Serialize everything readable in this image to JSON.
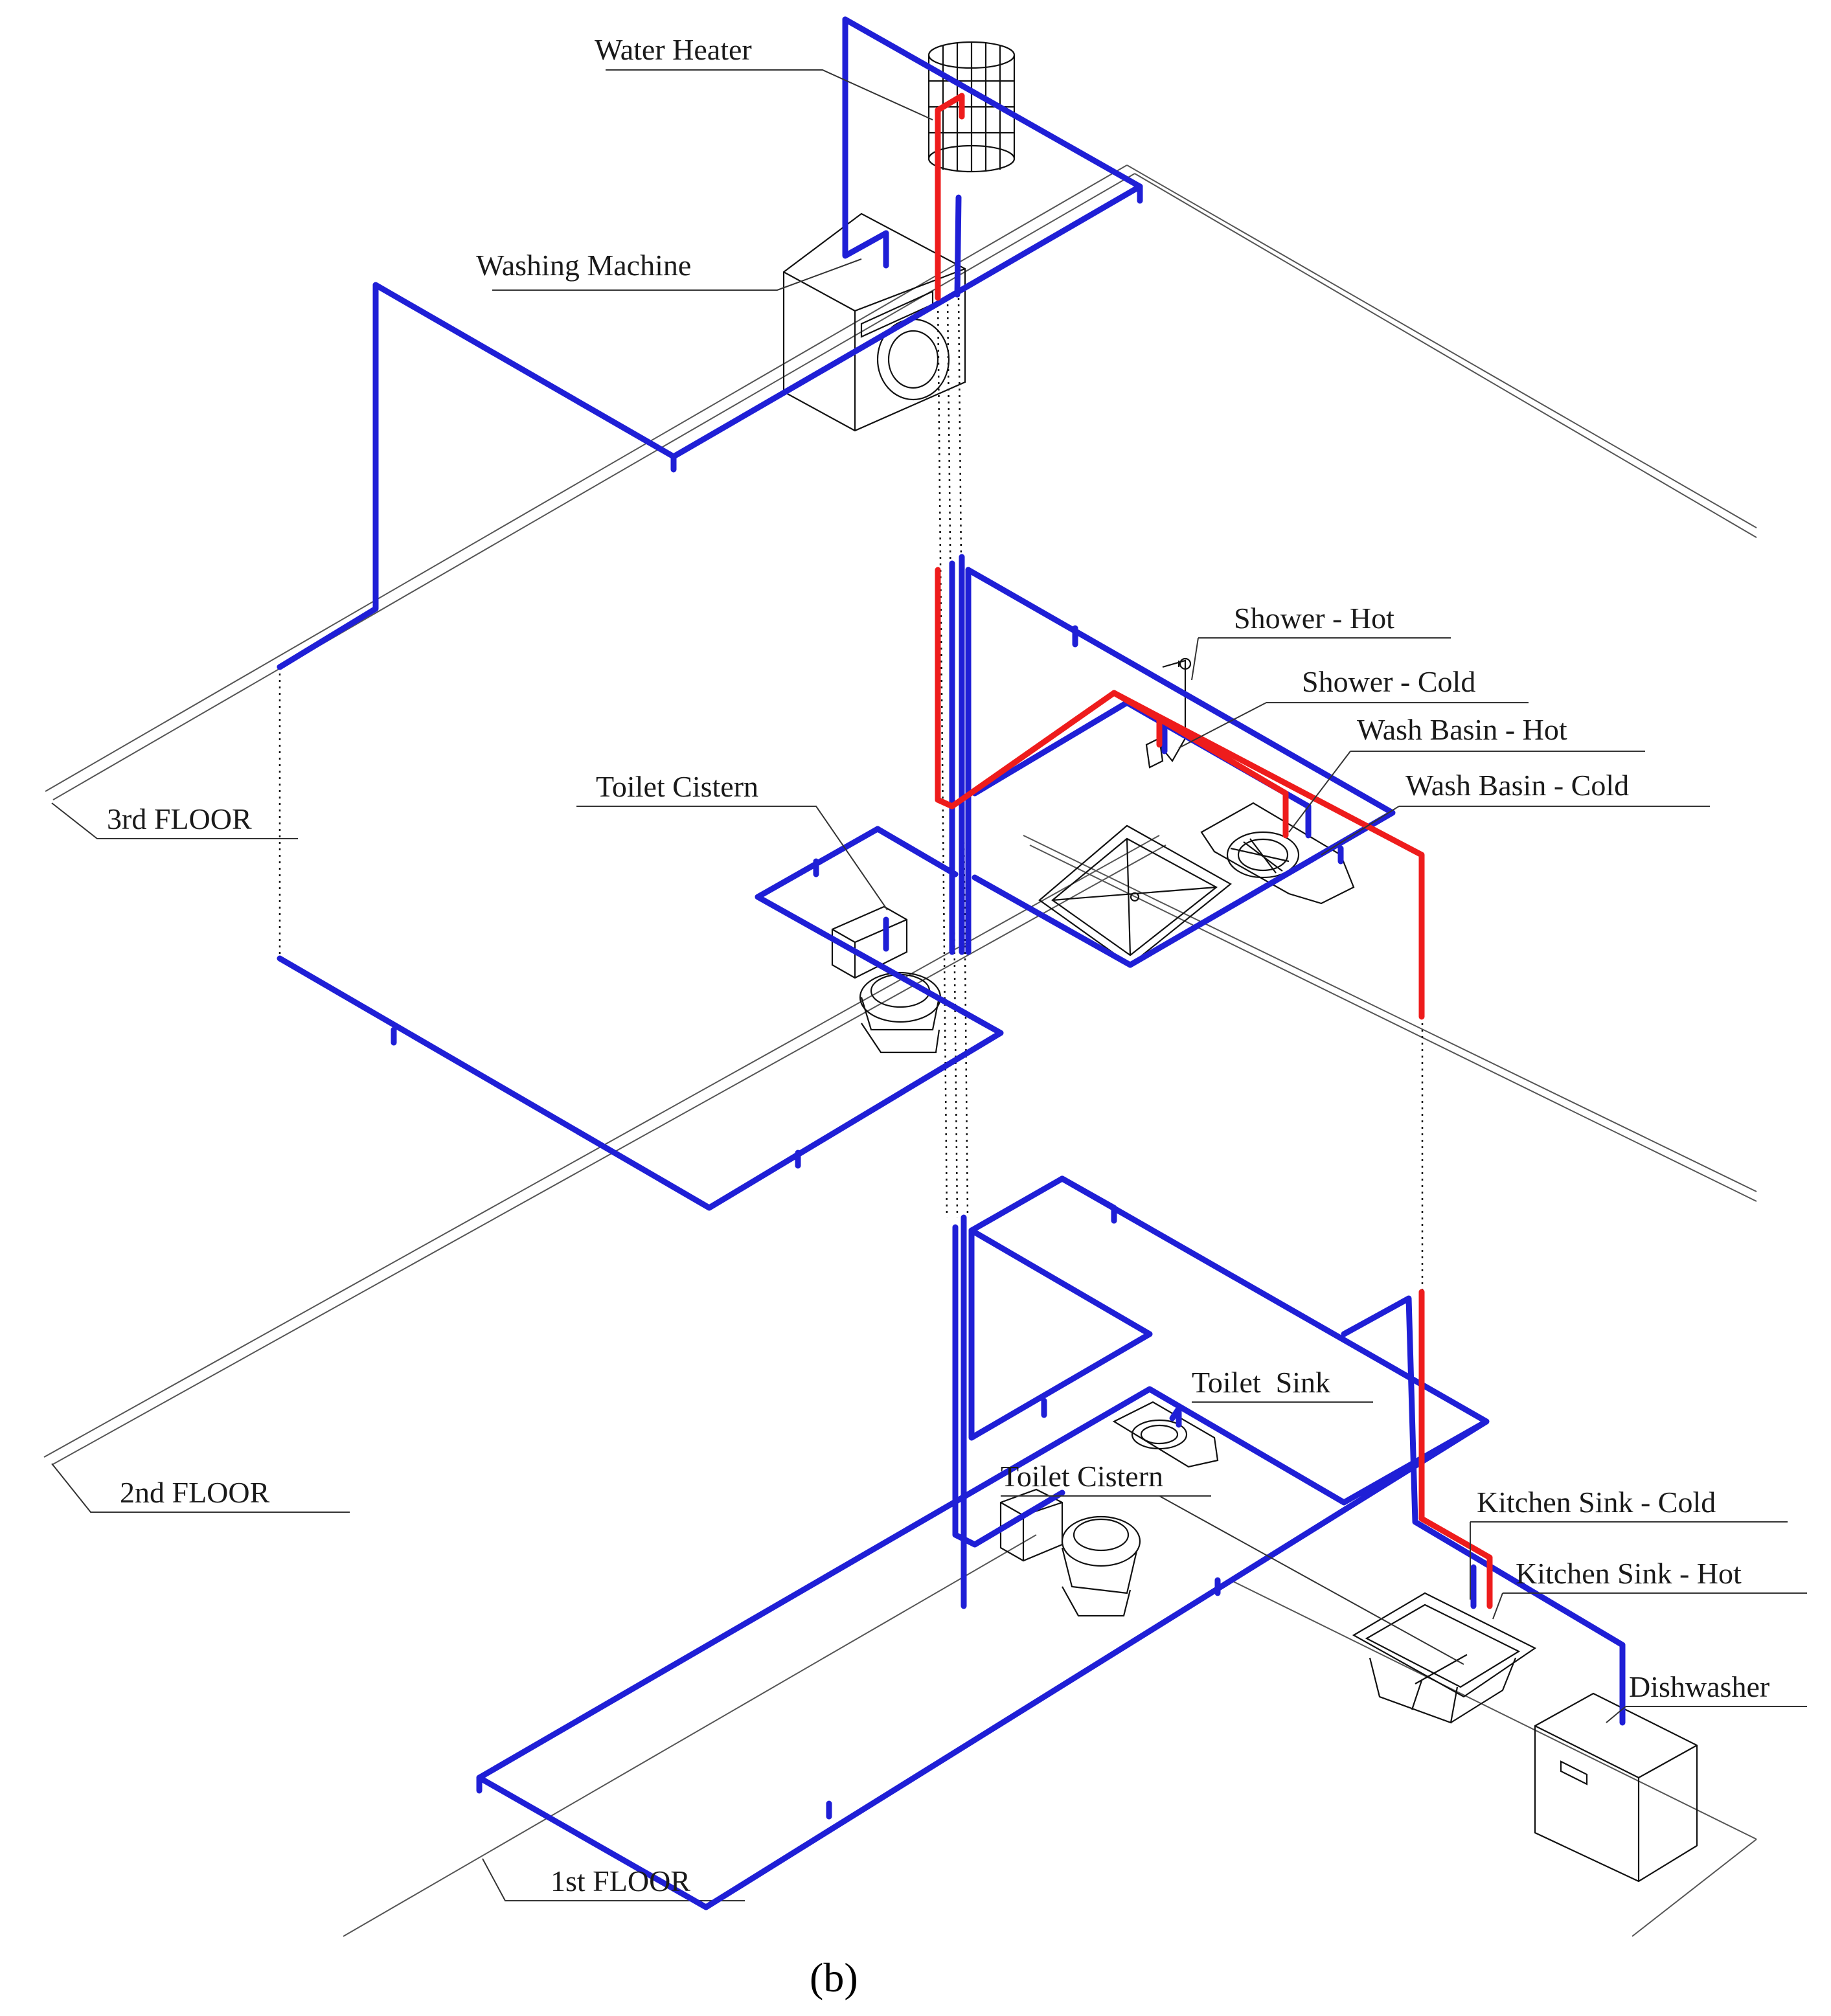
{
  "labels": {
    "water_heater": "Water Heater",
    "washing_machine": "Washing Machine",
    "shower_hot": "Shower - Hot",
    "shower_cold": "Shower - Cold",
    "wash_basin_hot": "Wash Basin - Hot",
    "wash_basin_cold": "Wash Basin - Cold",
    "toilet_cistern_3": "Toilet Cistern",
    "toilet_sink": "Toilet  Sink",
    "toilet_cistern_1": "Toilet Cistern",
    "kitchen_sink_cold": "Kitchen Sink - Cold",
    "kitchen_sink_hot": "Kitchen Sink - Hot",
    "dishwasher": "Dishwasher"
  },
  "floors": {
    "third": "3rd FLOOR",
    "second": "2nd FLOOR",
    "first": "1st FLOOR"
  },
  "caption": "(b)",
  "colors": {
    "cold_pipe": "#1f1fd6",
    "hot_pipe": "#ee1c1c"
  }
}
